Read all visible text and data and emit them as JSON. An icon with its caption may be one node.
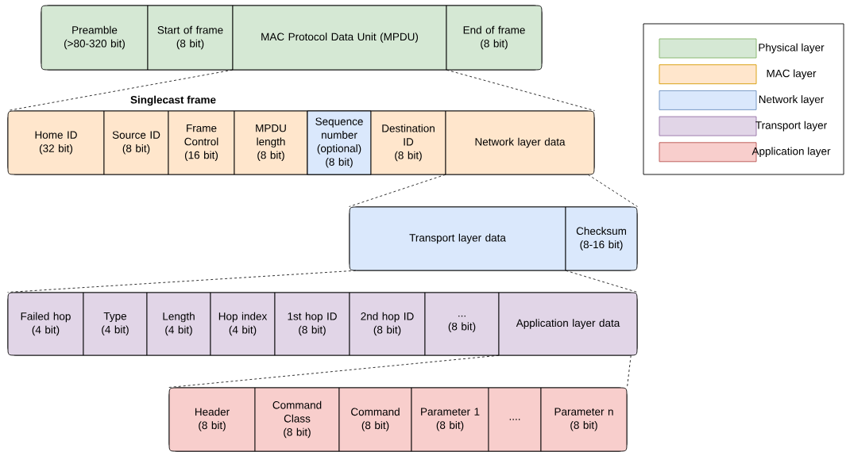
{
  "diagram": {
    "nodes": [
      {
        "text": [],
        "shape": "bar"
      },
      {
        "text": [
          "Preamble",
          "(>80-320 bit)"
        ],
        "in": 0
      },
      {
        "text": [
          "Start of frame",
          "(8 bit)"
        ],
        "in": 0
      },
      {
        "text": [
          "MAC Protocol Data Unit (MPDU)"
        ],
        "in": 0
      },
      {
        "text": [
          "End of frame",
          "(8 bit)"
        ],
        "in": 0
      },
      {
        "text": [
          "Singlecast frame"
        ]
      },
      {
        "text": [
          "Home ID",
          "(32 bit)"
        ],
        "in": 5
      },
      {
        "text": [
          "Source ID",
          "(8 bit)"
        ],
        "in": 5
      },
      {
        "text": [
          "Frame Control",
          "(16 bit)"
        ],
        "in": 5
      },
      {
        "text": [
          "MPDU length",
          "(8 bit)"
        ],
        "in": 5
      },
      {
        "text": [
          "Sequence number (optional)",
          "(8 bit)"
        ],
        "in": 5
      },
      {
        "text": [
          "Destination ID",
          "(8 bit)"
        ],
        "in": 5
      },
      {
        "text": [
          "Network layer data"
        ],
        "in": 5
      },
      {
        "text": [],
        "shape": "bar"
      },
      {
        "text": [
          "Transport layer data"
        ],
        "in": 13
      },
      {
        "text": [
          "Checksum",
          "(8-16 bit)"
        ],
        "in": 13
      },
      {
        "text": [],
        "shape": "bar"
      },
      {
        "text": [
          "Failed hop",
          "(4 bit)"
        ],
        "in": 16
      },
      {
        "text": [
          "Type",
          "(4 bit)"
        ],
        "in": 16
      },
      {
        "text": [
          "Length",
          "(4 bit)"
        ],
        "in": 16
      },
      {
        "text": [
          "Hop index",
          "(4 bit)"
        ],
        "in": 16
      },
      {
        "text": [
          "1st hop ID",
          "(8 bit)"
        ],
        "in": 16
      },
      {
        "text": [
          "2nd hop ID",
          "(8 bit)"
        ],
        "in": 16
      },
      {
        "text": [
          "...",
          "(8 bit)"
        ],
        "in": 16
      },
      {
        "text": [
          "Application layer data"
        ],
        "in": 16
      },
      {
        "text": [],
        "shape": "bar"
      },
      {
        "text": [
          "Header",
          "(8 bit)"
        ],
        "in": 25
      },
      {
        "text": [
          "Command Class",
          "(8 bit)"
        ],
        "in": 25
      },
      {
        "text": [
          "Command",
          "(8 bit)"
        ],
        "in": 25
      },
      {
        "text": [
          "Parameter 1",
          "(8 bit)"
        ],
        "in": 25
      },
      {
        "text": [
          "...."
        ],
        "in": 25
      },
      {
        "text": [
          "Parameter n",
          "(8 bit)"
        ],
        "in": 25
      }
    ],
    "edges": [
      {
        "from": 3,
        "to": 5,
        "arrow": "none",
        "style": "dashed"
      },
      {
        "from": 3,
        "to": 5,
        "arrow": "none",
        "style": "dashed"
      },
      {
        "from": 12,
        "to": 13,
        "arrow": "none",
        "style": "dashed"
      },
      {
        "from": 12,
        "to": 13,
        "arrow": "none",
        "style": "dashed"
      },
      {
        "from": 14,
        "to": 16,
        "arrow": "none",
        "style": "dashed"
      },
      {
        "from": 14,
        "to": 16,
        "arrow": "none",
        "style": "dashed"
      },
      {
        "from": 24,
        "to": 25,
        "arrow": "none",
        "style": "dashed"
      },
      {
        "from": 24,
        "to": 25,
        "arrow": "none",
        "style": "dashed"
      }
    ],
    "legend": [
      {
        "text": "Physical layer",
        "color": "#d5e8d4"
      },
      {
        "text": "MAC layer",
        "color": "#ffe6cc"
      },
      {
        "text": "Network layer",
        "color": "#dae8fc"
      },
      {
        "text": "Transport layer",
        "color": "#e1d5e7"
      },
      {
        "text": "Application layer",
        "color": "#f8cecc"
      }
    ]
  }
}
